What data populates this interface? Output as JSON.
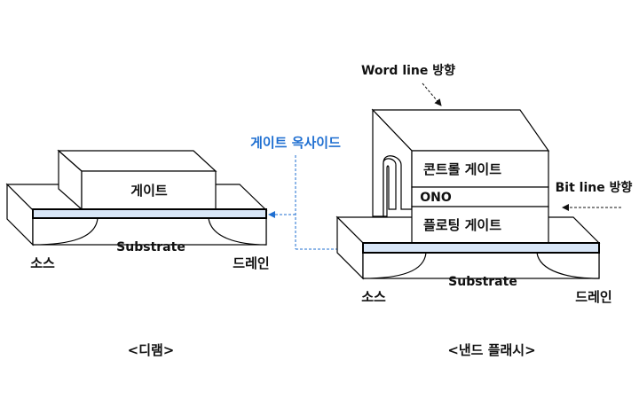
{
  "colors": {
    "accent": "#1f6fd1",
    "oxide_fill": "#d8e6f7",
    "stroke": "#000000"
  },
  "dram": {
    "gate_label": "게이트",
    "substrate_label": "Substrate",
    "source_label": "소스",
    "drain_label": "드레인",
    "caption": "<디램>"
  },
  "center": {
    "gate_oxide_label": "게이트 옥사이드"
  },
  "nand": {
    "word_line_label": "Word line 방향",
    "bit_line_label": "Bit line 방향",
    "control_gate_label": "콘트롤 게이트",
    "ono_label": "ONO",
    "floating_gate_label": "플로팅 게이트",
    "substrate_label": "Substrate",
    "source_label": "소스",
    "drain_label": "드레인",
    "caption": "<낸드 플래시>"
  }
}
